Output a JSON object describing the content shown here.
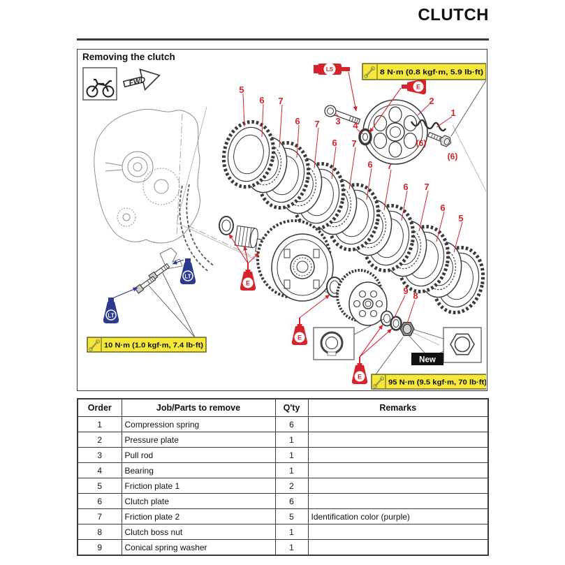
{
  "page": {
    "header_title": "CLUTCH"
  },
  "panel": {
    "title": "Removing the clutch"
  },
  "diagram": {
    "fwd_label": "FWD",
    "plate_labels": [
      "5",
      "6",
      "7",
      "6",
      "7",
      "6",
      "7",
      "6",
      "7",
      "6",
      "7",
      "6",
      "5"
    ],
    "callouts": {
      "spring": "1",
      "pressure_plate": "2",
      "pull_rod": "3",
      "bearing": "4",
      "boss_nut": "8",
      "conical_washer": "9",
      "spring_qty": "(6)",
      "bolt_qty": "(6)"
    },
    "symbols": {
      "engine_oil": "E",
      "locking_agent": "LT",
      "lithium_grease": "LS"
    },
    "new_label": "New",
    "torque_specs": {
      "pressure_plate_bolts": "8 N·m (0.8 kgf·m, 5.9 lb·ft)",
      "bracket_bolts": "10 N·m (1.0 kgf·m, 7.4 lb·ft)",
      "clutch_boss_nut": "95 N·m (9.5 kgf·m, 70 lb·ft)"
    }
  },
  "table": {
    "headers": [
      "Order",
      "Job/Parts to remove",
      "Q'ty",
      "Remarks"
    ],
    "rows": [
      {
        "order": "1",
        "job": "Compression spring",
        "qty": "6",
        "remarks": ""
      },
      {
        "order": "2",
        "job": "Pressure plate",
        "qty": "1",
        "remarks": ""
      },
      {
        "order": "3",
        "job": "Pull rod",
        "qty": "1",
        "remarks": ""
      },
      {
        "order": "4",
        "job": "Bearing",
        "qty": "1",
        "remarks": ""
      },
      {
        "order": "5",
        "job": "Friction plate 1",
        "qty": "2",
        "remarks": ""
      },
      {
        "order": "6",
        "job": "Clutch plate",
        "qty": "6",
        "remarks": ""
      },
      {
        "order": "7",
        "job": "Friction plate 2",
        "qty": "5",
        "remarks": "Identification color (purple)"
      },
      {
        "order": "8",
        "job": "Clutch boss nut",
        "qty": "1",
        "remarks": ""
      },
      {
        "order": "9",
        "job": "Conical spring washer",
        "qty": "1",
        "remarks": ""
      }
    ]
  },
  "colors": {
    "callout_red": "#d6232b",
    "loctite_blue": "#2b3a8f",
    "torque_yellow": "#f6e73b",
    "line_dark": "#3a3a3a"
  }
}
